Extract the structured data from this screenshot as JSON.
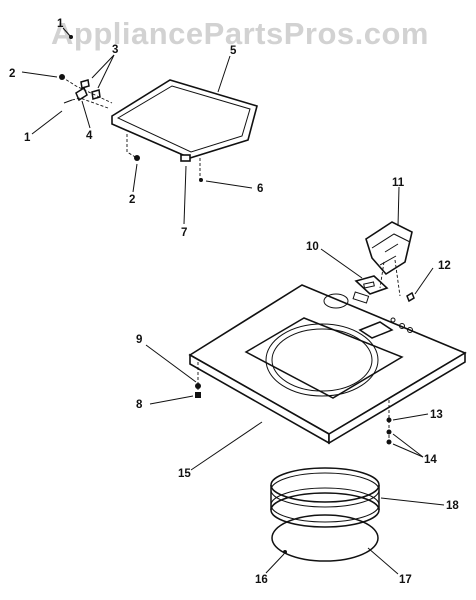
{
  "watermark": "AppliancePartsPros.com",
  "callouts": [
    {
      "id": "c1a",
      "text": "1"
    },
    {
      "id": "c3",
      "text": "3"
    },
    {
      "id": "c5",
      "text": "5"
    },
    {
      "id": "c2a",
      "text": "2"
    },
    {
      "id": "c1b",
      "text": "1"
    },
    {
      "id": "c4",
      "text": "4"
    },
    {
      "id": "c2b",
      "text": "2"
    },
    {
      "id": "c6",
      "text": "6"
    },
    {
      "id": "c7",
      "text": "7"
    },
    {
      "id": "c11",
      "text": "11"
    },
    {
      "id": "c10",
      "text": "10"
    },
    {
      "id": "c12",
      "text": "12"
    },
    {
      "id": "c9",
      "text": "9"
    },
    {
      "id": "c8",
      "text": "8"
    },
    {
      "id": "c13",
      "text": "13"
    },
    {
      "id": "c14",
      "text": "14"
    },
    {
      "id": "c15",
      "text": "15"
    },
    {
      "id": "c18",
      "text": "18"
    },
    {
      "id": "c16",
      "text": "16"
    },
    {
      "id": "c17",
      "text": "17"
    }
  ]
}
